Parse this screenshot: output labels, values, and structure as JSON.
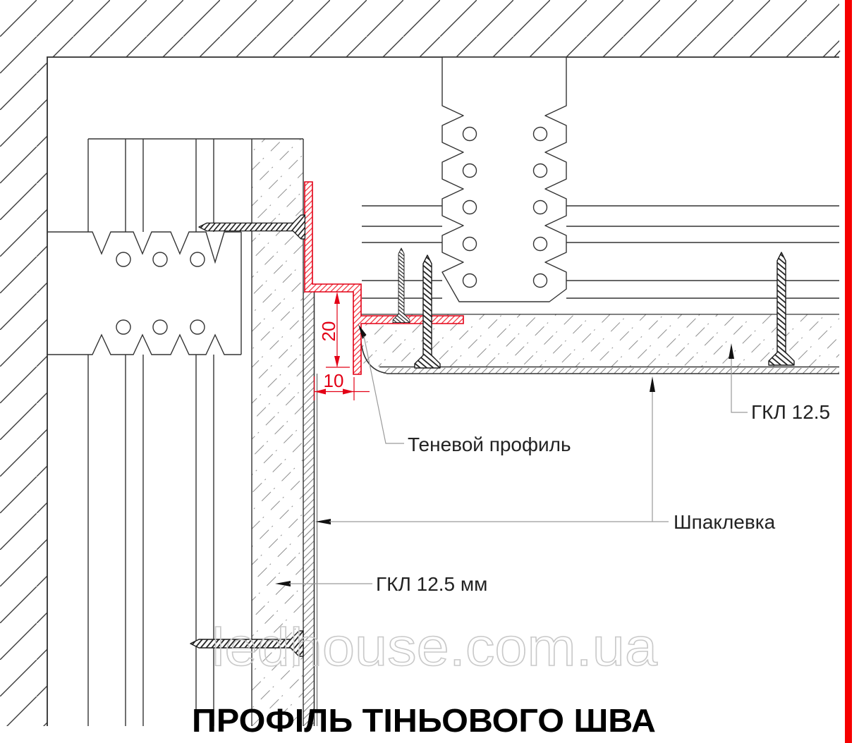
{
  "diagram": {
    "title": "ПРОФІЛЬ ТІНЬОВОГО ШВА",
    "watermark": "ledhouse.com.ua",
    "labels": {
      "shadow_profile": "Теневой профиль",
      "putty": "Шпаклевка",
      "ceiling_board": "ГКЛ 12.5",
      "wall_board": "ГКЛ 12.5 мм"
    },
    "dimensions": {
      "gap_height": "20",
      "gap_width": "10"
    },
    "colors": {
      "profile_red": "#e30016",
      "border_red": "#f60000",
      "line_black": "#2e2e2e",
      "leader_gray": "#9a9a9a",
      "watermark_gray": "#c9c9c9"
    }
  }
}
